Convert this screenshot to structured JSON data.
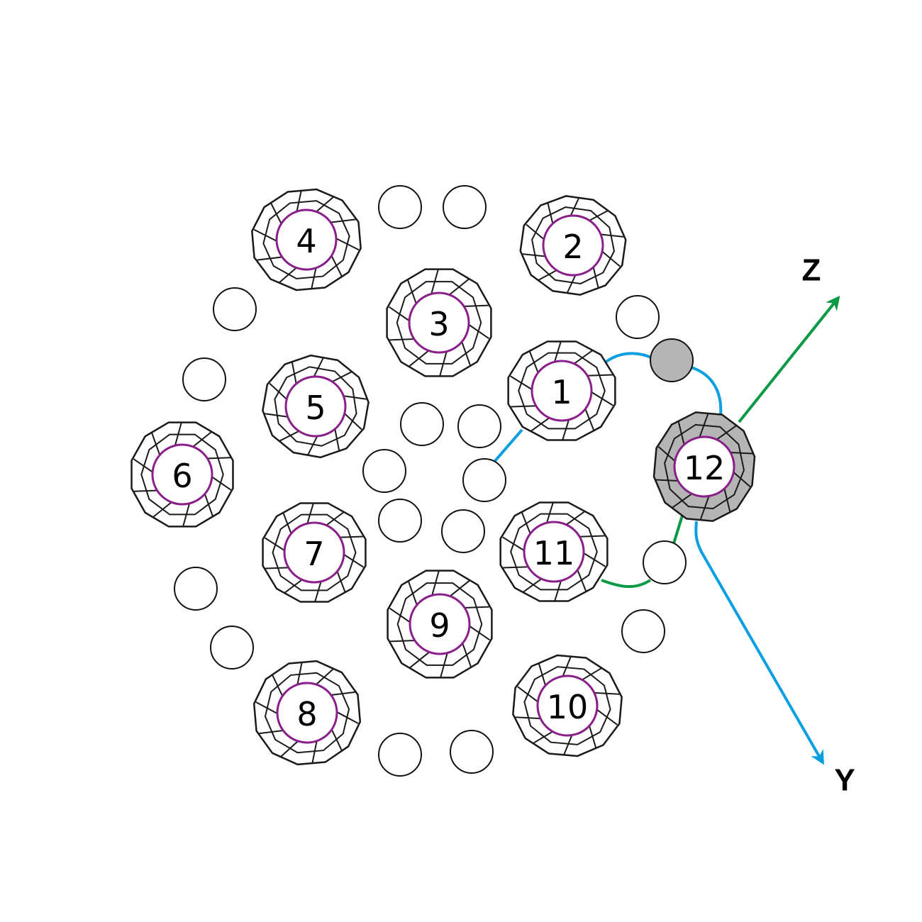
{
  "diagram": {
    "colors": {
      "cage_stroke": "#1a1a1a",
      "inner_ring": "#8a1f8a",
      "highlight_fill": "#b5b5b5",
      "z_axis": "#0a9a46",
      "y_axis": "#0a9fe0",
      "small_circle_stroke": "#111111"
    },
    "cages": [
      {
        "id": "1",
        "label": "1",
        "highlighted": false
      },
      {
        "id": "2",
        "label": "2",
        "highlighted": false
      },
      {
        "id": "3",
        "label": "3",
        "highlighted": false
      },
      {
        "id": "4",
        "label": "4",
        "highlighted": false
      },
      {
        "id": "5",
        "label": "5",
        "highlighted": false
      },
      {
        "id": "6",
        "label": "6",
        "highlighted": false
      },
      {
        "id": "7",
        "label": "7",
        "highlighted": false
      },
      {
        "id": "8",
        "label": "8",
        "highlighted": false
      },
      {
        "id": "9",
        "label": "9",
        "highlighted": false
      },
      {
        "id": "10",
        "label": "10",
        "highlighted": false
      },
      {
        "id": "11",
        "label": "11",
        "highlighted": false
      },
      {
        "id": "12",
        "label": "12",
        "highlighted": true
      }
    ],
    "axes": {
      "z": {
        "label": "Z"
      },
      "y": {
        "label": "Y"
      }
    }
  }
}
